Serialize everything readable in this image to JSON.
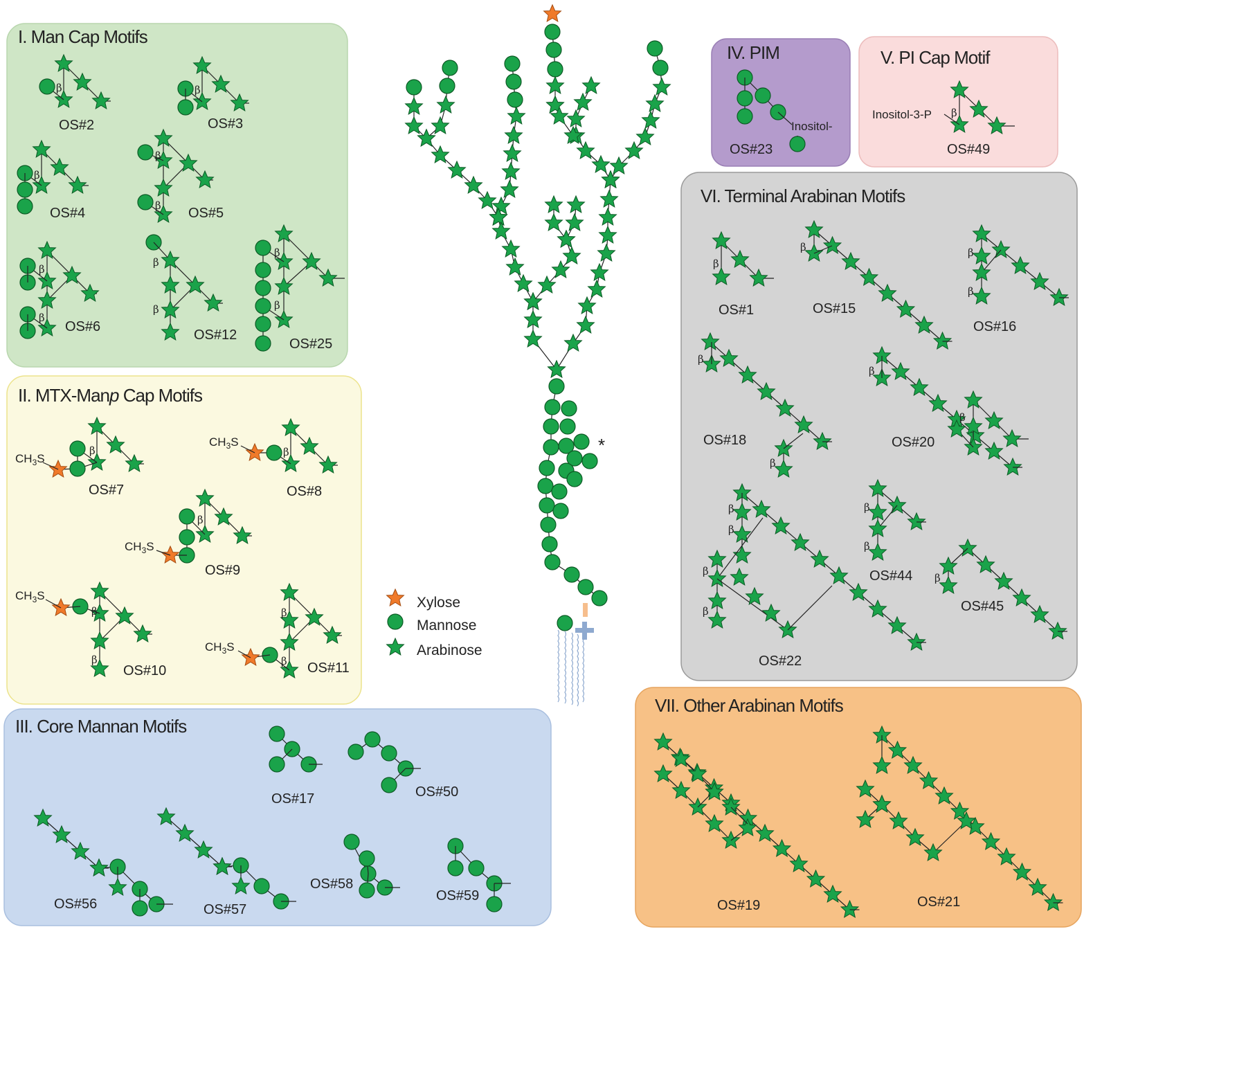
{
  "colors": {
    "mannose": "#1aa34a",
    "arabinose": "#1aa34a",
    "xylose": "#f07a2a",
    "stroke": "#0d5a25",
    "panel_man_cap": "#cfe6c6",
    "panel_mtx_cap": "#fbf9e0",
    "panel_core_mannan": "#c9d9ef",
    "panel_pim": "#b49bcc",
    "panel_pi_cap": "#fadcdc",
    "panel_terminal_arabinan": "#d4d4d4",
    "panel_other_arabinan": "#f7c186",
    "anchor_orange": "#f6be8d",
    "anchor_blue": "#8ea9cf"
  },
  "panels": {
    "man_cap": {
      "title": "I. Man Cap Motifs",
      "labels": [
        "OS#2",
        "OS#3",
        "OS#4",
        "OS#5",
        "OS#6",
        "OS#12",
        "OS#25"
      ]
    },
    "mtx_cap": {
      "title_prefix": "II. MTX-Man",
      "title_italic": "p",
      "title_suffix": " Cap Motifs",
      "labels": [
        "OS#7",
        "OS#8",
        "OS#9",
        "OS#10",
        "OS#11"
      ],
      "ch3s": "CH3S"
    },
    "core_mannan": {
      "title": "III. Core Mannan Motifs",
      "labels": [
        "OS#17",
        "OS#50",
        "OS#56",
        "OS#57",
        "OS#58",
        "OS#59"
      ]
    },
    "pim": {
      "title": "IV. PIM",
      "labels": [
        "OS#23"
      ],
      "inositol": "Inositol-"
    },
    "pi_cap": {
      "title": "V. PI Cap Motif",
      "labels": [
        "OS#49"
      ],
      "inositol_p": "Inositol-3-P"
    },
    "terminal_arabinan": {
      "title": "VI. Terminal Arabinan Motifs",
      "labels": [
        "OS#1",
        "OS#15",
        "OS#16",
        "OS#18",
        "OS#20",
        "OS#22",
        "OS#44",
        "OS#45"
      ]
    },
    "other_arabinan": {
      "title": "VII. Other Arabinan Motifs",
      "labels": [
        "OS#19",
        "OS#21"
      ]
    }
  },
  "beta": "β",
  "asterisk": "*",
  "legend": [
    {
      "shape": "star",
      "color": "xylose",
      "label": "Xylose"
    },
    {
      "shape": "circle",
      "color": "mannose",
      "label": "Mannose"
    },
    {
      "shape": "star",
      "color": "arabinose",
      "label": "Arabinose"
    }
  ],
  "icons": {
    "mannose": "green-circle-icon",
    "arabinose": "green-star-icon",
    "xylose": "orange-star-icon"
  }
}
